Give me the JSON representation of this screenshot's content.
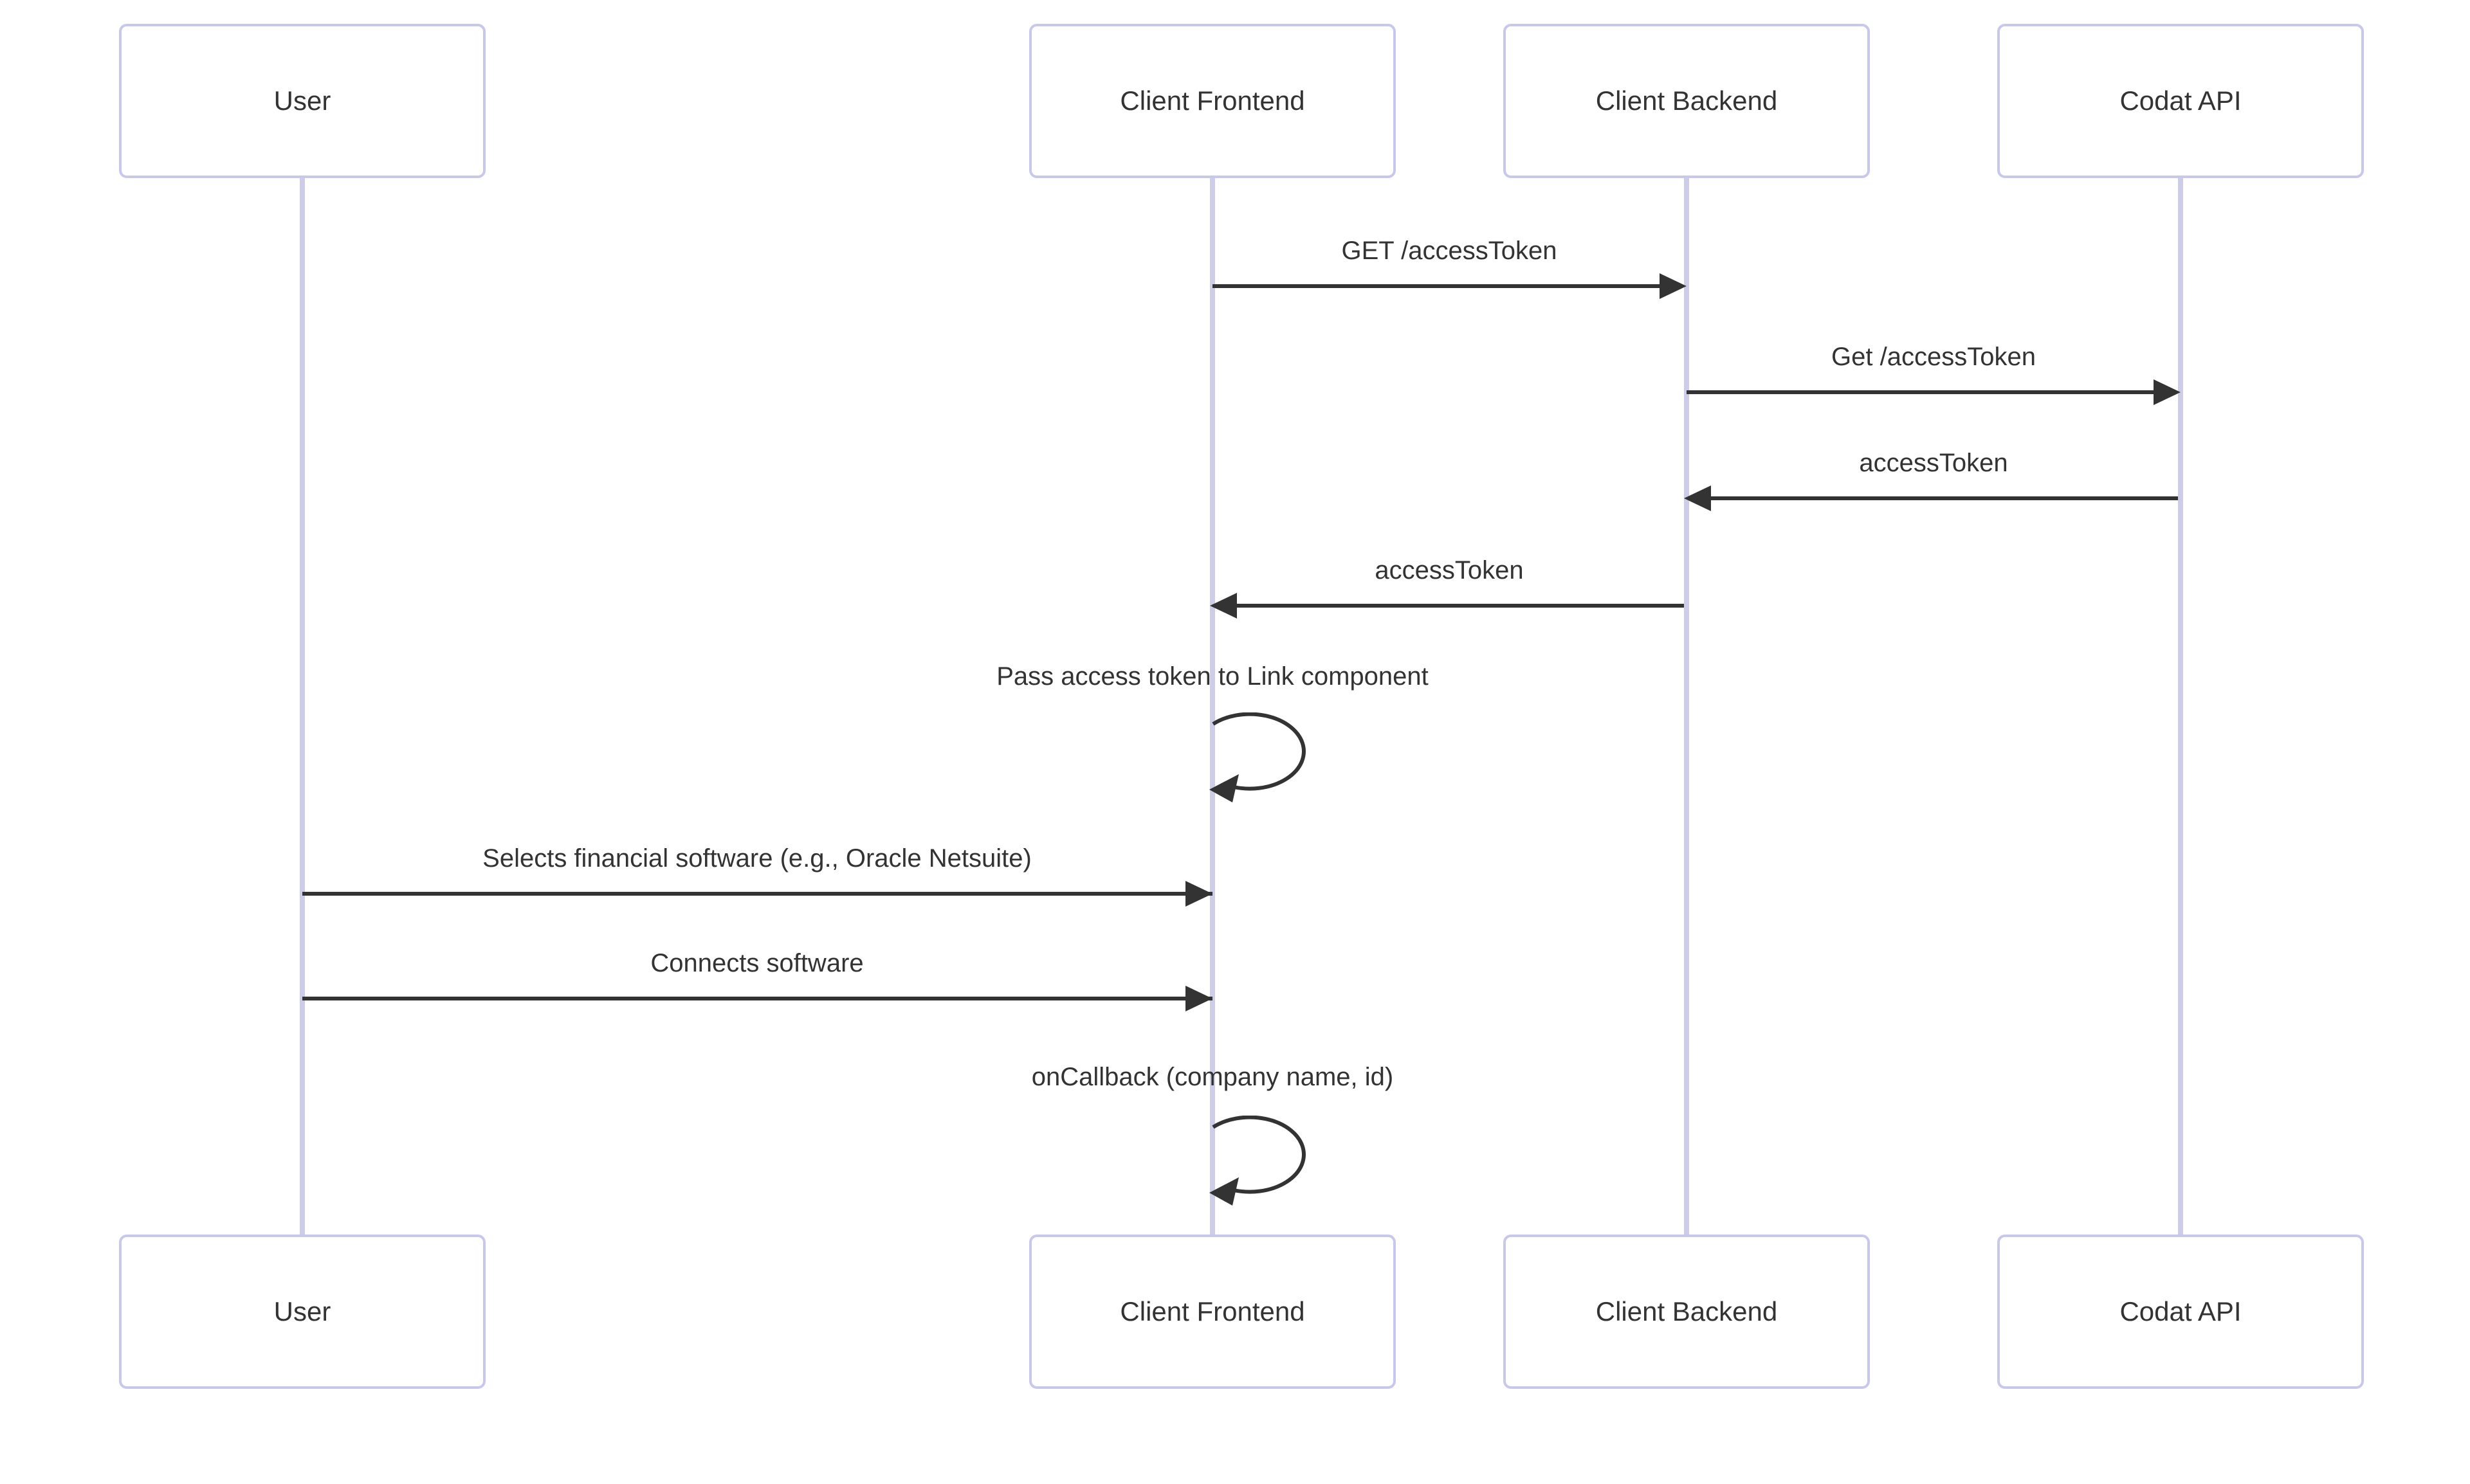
{
  "diagram": {
    "kind": "sequence-diagram",
    "background": "#ffffff",
    "colors": {
      "actor_border": "#c8c8ef",
      "actor_fill": "#ffffff",
      "lifeline": "#cdcdea",
      "arrow": "#333333",
      "text": "#333333"
    },
    "actors": [
      {
        "name": "User"
      },
      {
        "name": "Client Frontend"
      },
      {
        "name": "Client Backend"
      },
      {
        "name": "Codat API"
      }
    ],
    "messages": [
      {
        "from": "Client Frontend",
        "to": "Client Backend",
        "label": "GET /accessToken",
        "style": "solid",
        "direction": "right"
      },
      {
        "from": "Client Backend",
        "to": "Codat API",
        "label": "Get /accessToken",
        "style": "solid",
        "direction": "right"
      },
      {
        "from": "Codat API",
        "to": "Client Backend",
        "label": "accessToken",
        "style": "solid",
        "direction": "left"
      },
      {
        "from": "Client Backend",
        "to": "Client Frontend",
        "label": "accessToken",
        "style": "solid",
        "direction": "left"
      },
      {
        "from": "Client Frontend",
        "to": "Client Frontend",
        "label": "Pass access token to Link component",
        "style": "self-loop",
        "direction": "self"
      },
      {
        "from": "User",
        "to": "Client Frontend",
        "label": "Selects financial software (e.g., Oracle Netsuite)",
        "style": "solid",
        "direction": "right"
      },
      {
        "from": "User",
        "to": "Client Frontend",
        "label": "Connects software",
        "style": "solid",
        "direction": "right"
      },
      {
        "from": "Client Frontend",
        "to": "Client Frontend",
        "label": "onCallback (company name, id)",
        "style": "self-loop",
        "direction": "self"
      }
    ]
  }
}
